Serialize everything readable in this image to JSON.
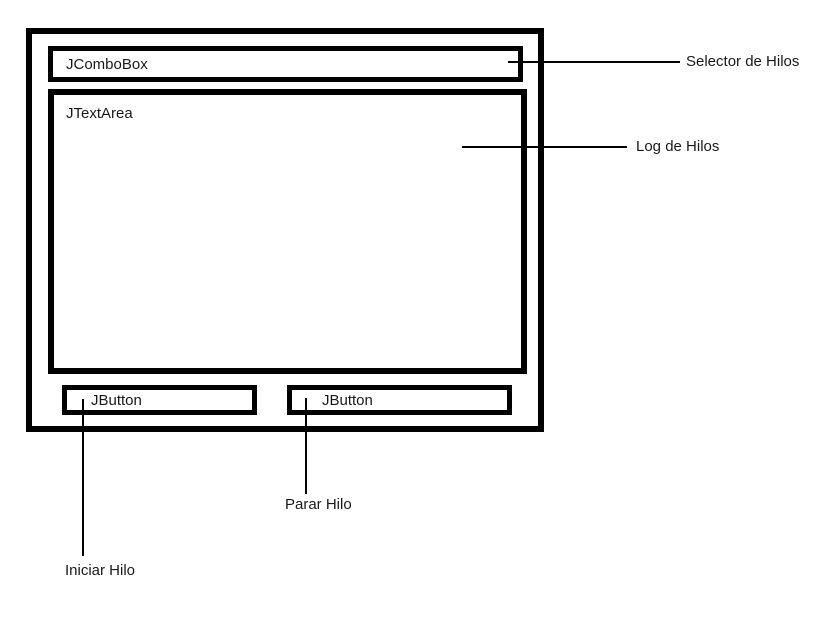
{
  "widgets": {
    "combobox_label": "JComboBox",
    "textarea_label": "JTextArea",
    "start_button_label": "JButton",
    "stop_button_label": "JButton"
  },
  "callouts": {
    "selector_label": "Selector de Hilos",
    "log_label": "Log de Hilos",
    "stop_label": "Parar Hilo",
    "start_label": "Iniciar Hilo"
  },
  "colors": {
    "stroke": "#000000",
    "text": "#1a1a1a",
    "background": "#ffffff"
  }
}
